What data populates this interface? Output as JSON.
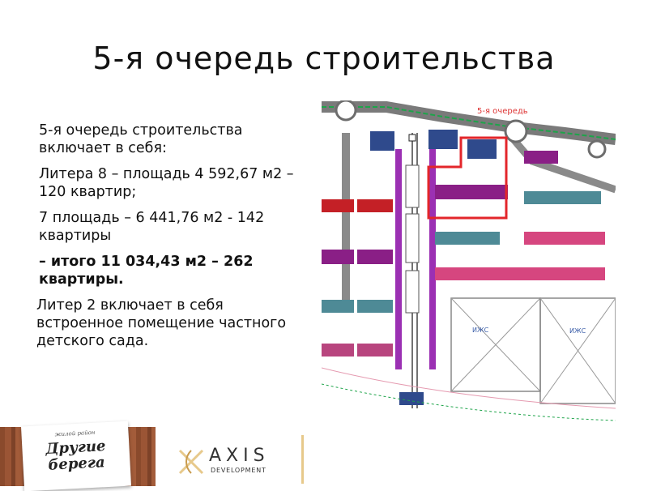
{
  "slide": {
    "title": "5-я очередь строительства",
    "paragraphs": [
      "5-я очередь строительства включает в себя:",
      "Литера 8 – площадь 4 592,67 м2 – 120 квартир;",
      "7 площадь – 6 441,76 м2 - 142 квартиры",
      "– итого 11 034,43 м2 – 262 квартиры.",
      "Литер 2 включает в себя встроенное  помещение частного детского сада."
    ]
  },
  "plan": {
    "stage_label": "5-я очередь",
    "lot_label_1": "ИЖС",
    "lot_label_2": "ИЖС",
    "colors": {
      "highlight": "#e3262b",
      "purple": "#8a1f86",
      "teal": "#4e8a96",
      "magenta": "#d6467f",
      "navy": "#2f4a8c",
      "mauve": "#b8457e",
      "red": "#c42026",
      "road_green": "#1ea44a"
    }
  },
  "footer": {
    "logo_small": "жилой район",
    "logo_line1": "Другие",
    "logo_line2": "берега",
    "brand": "AXIS",
    "brand_sub": "DEVELOPMENT",
    "colors": {
      "wood": "#8a4a2c",
      "accent": "#e7c98b"
    }
  }
}
